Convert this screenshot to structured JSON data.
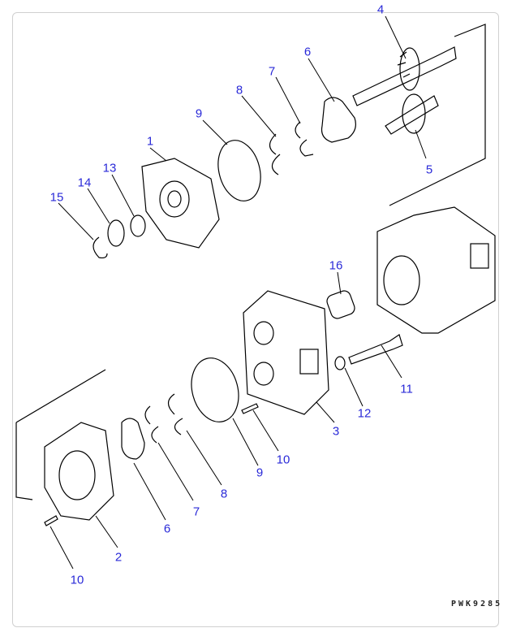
{
  "diagram": {
    "callouts": [
      "4",
      "6",
      "7",
      "8",
      "9",
      "1",
      "13",
      "14",
      "15",
      "5",
      "16",
      "11",
      "12",
      "3",
      "10",
      "9",
      "8",
      "7",
      "6",
      "2",
      "10"
    ],
    "drawing_code": "PWK9285",
    "colors": {
      "callout": "#2a2ad8",
      "line": "#000000",
      "frame": "#d0d0d0"
    }
  }
}
